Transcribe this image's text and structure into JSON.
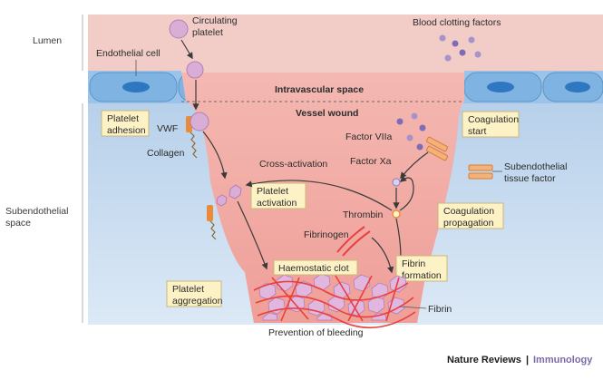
{
  "regions": {
    "lumen": "Lumen",
    "subendothelial": [
      "Subendothelial",
      "space"
    ]
  },
  "labels": {
    "circulating_platelet": [
      "Circulating",
      "platelet"
    ],
    "blood_clotting_factors": "Blood clotting factors",
    "endothelial_cell": "Endothelial cell",
    "intravascular_space": "Intravascular space",
    "vessel_wound": "Vessel wound",
    "vwf": "VWF",
    "collagen": "Collagen",
    "factor_viia": "Factor VIIa",
    "factor_xa": "Factor Xa",
    "cross_activation": "Cross-activation",
    "thrombin": "Thrombin",
    "fibrinogen": "Fibrinogen",
    "haemostatic_clot": "Haemostatic clot",
    "fibrin": "Fibrin",
    "subendothelial_tissue_factor": [
      "Subendothelial",
      "tissue factor"
    ],
    "prevention_of_bleeding": "Prevention of bleeding"
  },
  "boxes": {
    "platelet_adhesion": [
      "Platelet",
      "adhesion"
    ],
    "platelet_activation": [
      "Platelet",
      "activation"
    ],
    "platelet_aggregation": [
      "Platelet",
      "aggregation"
    ],
    "coagulation_start": [
      "Coagulation",
      "start"
    ],
    "coagulation_propagation": [
      "Coagulation",
      "propagation"
    ],
    "fibrin_formation": [
      "Fibrin",
      "formation"
    ]
  },
  "credit": {
    "journal": "Nature Reviews",
    "separator": "|",
    "section": "Immunology"
  },
  "colors": {
    "lumen": "#f1c9c4",
    "subendothelial": "#c9dcef",
    "endothelial_cell": "#7eb2e0",
    "wound": "#f0a49e",
    "platelet": "#d8aed7",
    "platelet_edge": "#b57db4",
    "clotting_factor": "#a792c9",
    "label_box": "#fdf2c6",
    "fibrin": "#e8403e",
    "orange": "#e98b3a"
  },
  "icons": {
    "platelet": "platelet-icon",
    "clotting_factor": "clotting-factor-dot-icon",
    "tissue_factor": "tissue-factor-icon",
    "collagen": "collagen-fiber-icon",
    "arrow": "arrow-icon"
  }
}
